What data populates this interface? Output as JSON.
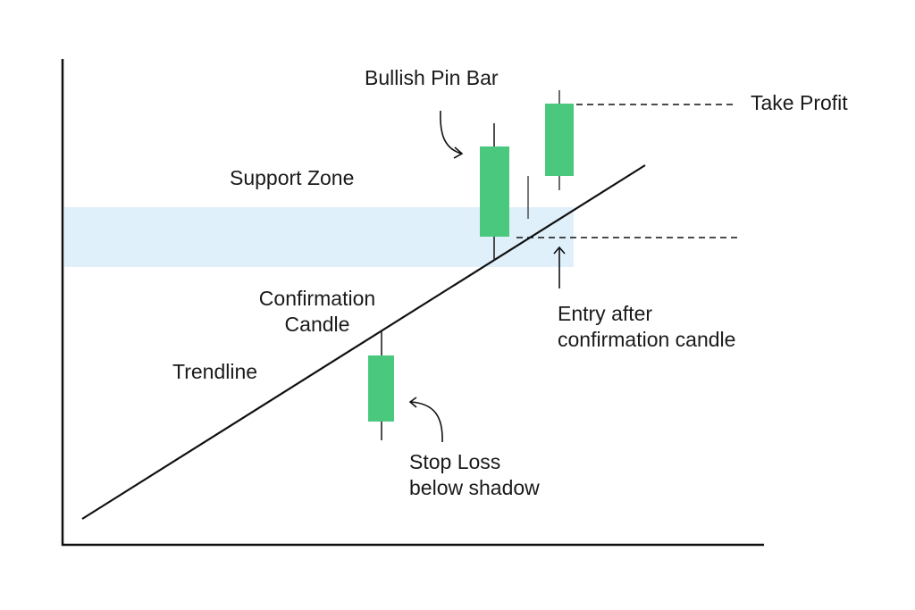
{
  "title": "Bullish Pin Bar Trading Setup",
  "colors": {
    "candle_bull": "#4ac87e",
    "support_zone": "#dff0fa",
    "line": "#111111",
    "wick_gray": "#555555"
  },
  "labels": {
    "bullish_pin_bar": "Bullish Pin Bar",
    "take_profit": "Take Profit",
    "support_zone": "Support Zone",
    "confirmation_candle_line1": "Confirmation",
    "confirmation_candle_line2": "Candle",
    "trendline": "Trendline",
    "entry_line1": "Entry after",
    "entry_line2": "confirmation candle",
    "stop_loss_line1": "Stop Loss",
    "stop_loss_line2": "below shadow"
  },
  "elements": {
    "candles": [
      {
        "name": "stop-loss-candle",
        "type": "bullish"
      },
      {
        "name": "bullish-pin-bar-candle",
        "type": "bullish"
      },
      {
        "name": "doji-wick",
        "type": "wick-only"
      },
      {
        "name": "take-profit-candle",
        "type": "bullish"
      }
    ],
    "levels": [
      "take-profit",
      "entry"
    ],
    "zone": "support-zone",
    "trendline": "ascending"
  }
}
